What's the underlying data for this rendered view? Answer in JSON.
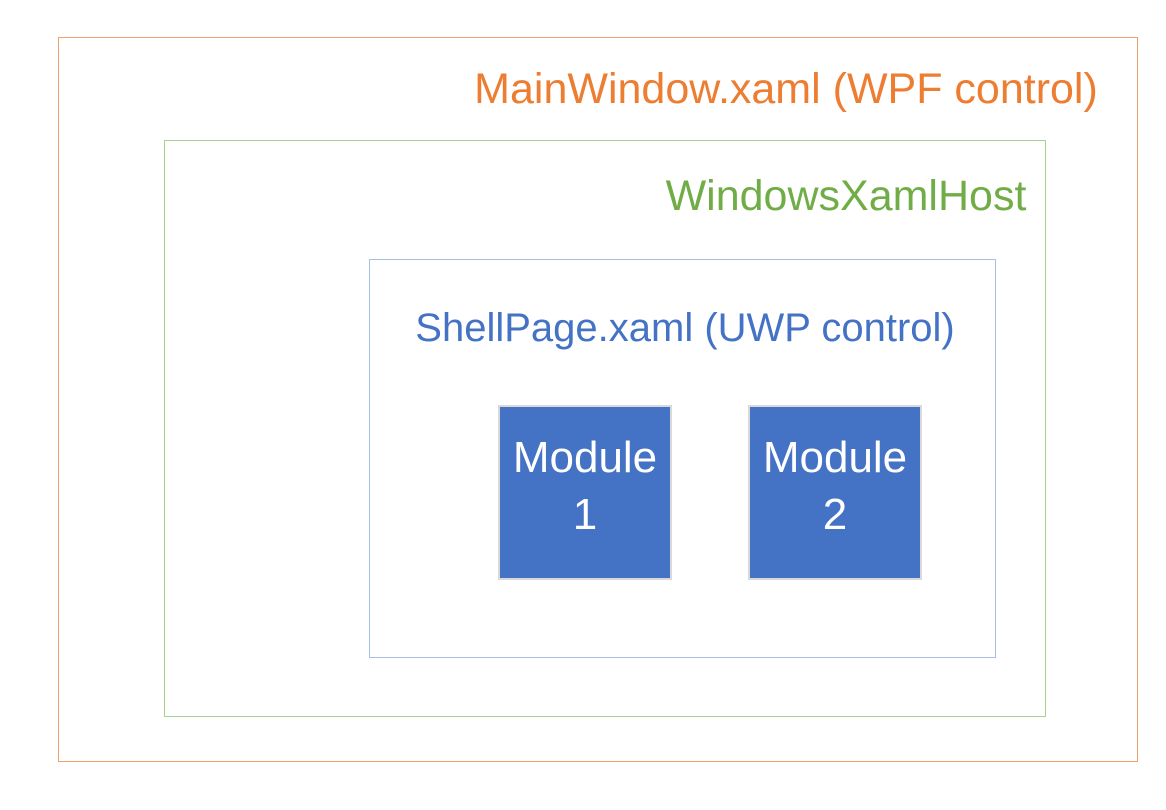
{
  "colors": {
    "main_window_border": "#F0A06A",
    "main_window_text": "#ED7D31",
    "xaml_host_border": "#A9D18E",
    "xaml_host_text": "#70AD47",
    "shell_page_border": "#A7BFE3",
    "shell_page_text": "#4472C4",
    "module_fill": "#4472C4",
    "module_border": "#D9D9D9",
    "module_text": "#FFFFFF",
    "background": "#FFFFFF"
  },
  "diagram": {
    "main_window": {
      "label": "MainWindow.xaml (WPF control)"
    },
    "xaml_host": {
      "label": "WindowsXamlHost"
    },
    "shell_page": {
      "label": "ShellPage.xaml (UWP control)"
    },
    "modules": [
      {
        "line1": "Module",
        "line2": "1"
      },
      {
        "line1": "Module",
        "line2": "2"
      }
    ]
  }
}
